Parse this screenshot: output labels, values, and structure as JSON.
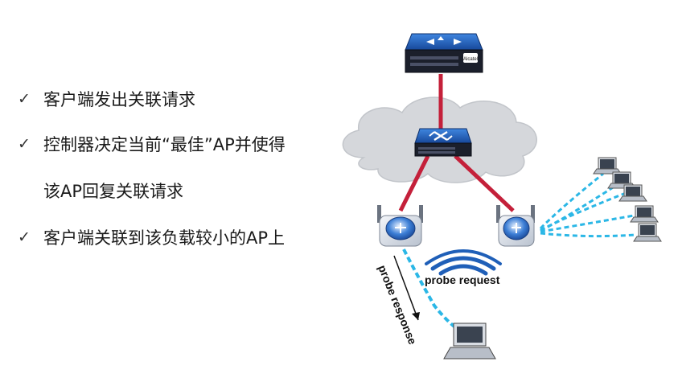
{
  "bullets": [
    {
      "check": "✓",
      "text": "客户端发出关联请求"
    },
    {
      "check": "✓",
      "text": "控制器决定当前“最佳”AP并使得"
    },
    {
      "check": "",
      "text": "该AP回复关联请求"
    },
    {
      "check": "✓",
      "text": "客户端关联到该负载较小的AP上"
    }
  ],
  "diagram": {
    "labels": {
      "probe_request": "probe request",
      "probe_response": "probe response",
      "controller_logo": "Alcatel"
    },
    "colors": {
      "link": "#c4203a",
      "device_blue": "#1f5fb8",
      "wave": "#2bb7e6",
      "cloud": "#d4d6da"
    },
    "icons": [
      "controller-icon",
      "switch-icon",
      "access-point-icon",
      "laptop-icon",
      "cloud-icon"
    ]
  }
}
